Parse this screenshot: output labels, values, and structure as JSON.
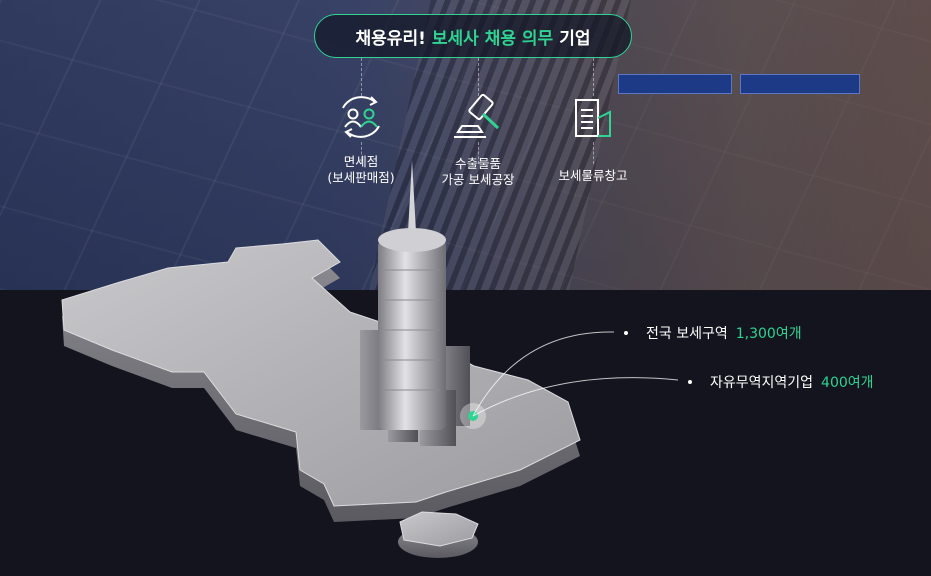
{
  "headline": {
    "part1": "채용유리!",
    "part2": "보세사 채용 의무",
    "part3": "기업"
  },
  "categories": [
    {
      "line1": "면세점",
      "line2": "(보세판매점)",
      "icon": "people-exchange-icon"
    },
    {
      "line1": "수출물품",
      "line2": "가공 보세공장",
      "icon": "gavel-icon"
    },
    {
      "line1": "보세물류창고",
      "line2": "",
      "icon": "warehouse-document-icon"
    }
  ],
  "stats": [
    {
      "label": "전국 보세구역",
      "value": "1,300여개"
    },
    {
      "label": "자유무역지역기업",
      "value": "400여개"
    }
  ],
  "colors": {
    "accent": "#2fd392",
    "background": "#13141d",
    "map_gray": "#a9a9ad"
  }
}
